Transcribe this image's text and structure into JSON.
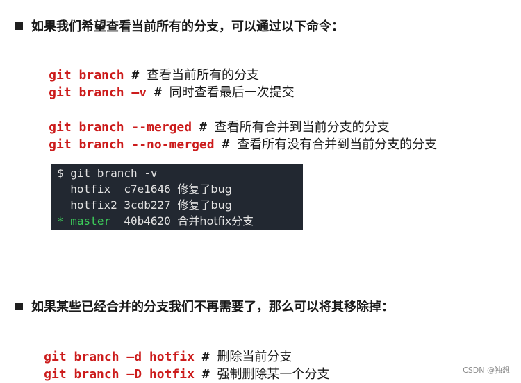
{
  "section1": {
    "heading": "如果我们希望查看当前所有的分支，可以通过以下命令：",
    "commands": [
      {
        "cmd": "git branch",
        "comment": "查看当前所有的分支"
      },
      {
        "cmd": "git branch –v",
        "comment": "同时查看最后一次提交"
      },
      {
        "cmd": "git branch --merged",
        "comment": "查看所有合并到当前分支的分支"
      },
      {
        "cmd": "git branch --no-merged",
        "comment": "查看所有没有合并到当前分支的分支"
      }
    ]
  },
  "terminal": {
    "prompt": "$ git branch -v",
    "rows": [
      {
        "marker": " ",
        "name": "hotfix",
        "hash": "c7e1646",
        "message": "修复了bug"
      },
      {
        "marker": " ",
        "name": "hotfix2",
        "hash": "3cdb227",
        "message": "修复了bug"
      },
      {
        "marker": "*",
        "name": "master",
        "hash": "40b4620",
        "message": "合并hotfix分支"
      }
    ]
  },
  "section2": {
    "heading": "如果某些已经合并的分支我们不再需要了，那么可以将其移除掉：",
    "commands": [
      {
        "cmd": "git branch –d hotfix",
        "comment": "删除当前分支"
      },
      {
        "cmd": "git branch –D hotfix",
        "comment": "强制删除某一个分支"
      }
    ]
  },
  "watermark": "CSDN @独想",
  "colors": {
    "command": "#cc1c1c",
    "terminal_bg": "#222831",
    "current_branch": "#3dcc5a"
  }
}
